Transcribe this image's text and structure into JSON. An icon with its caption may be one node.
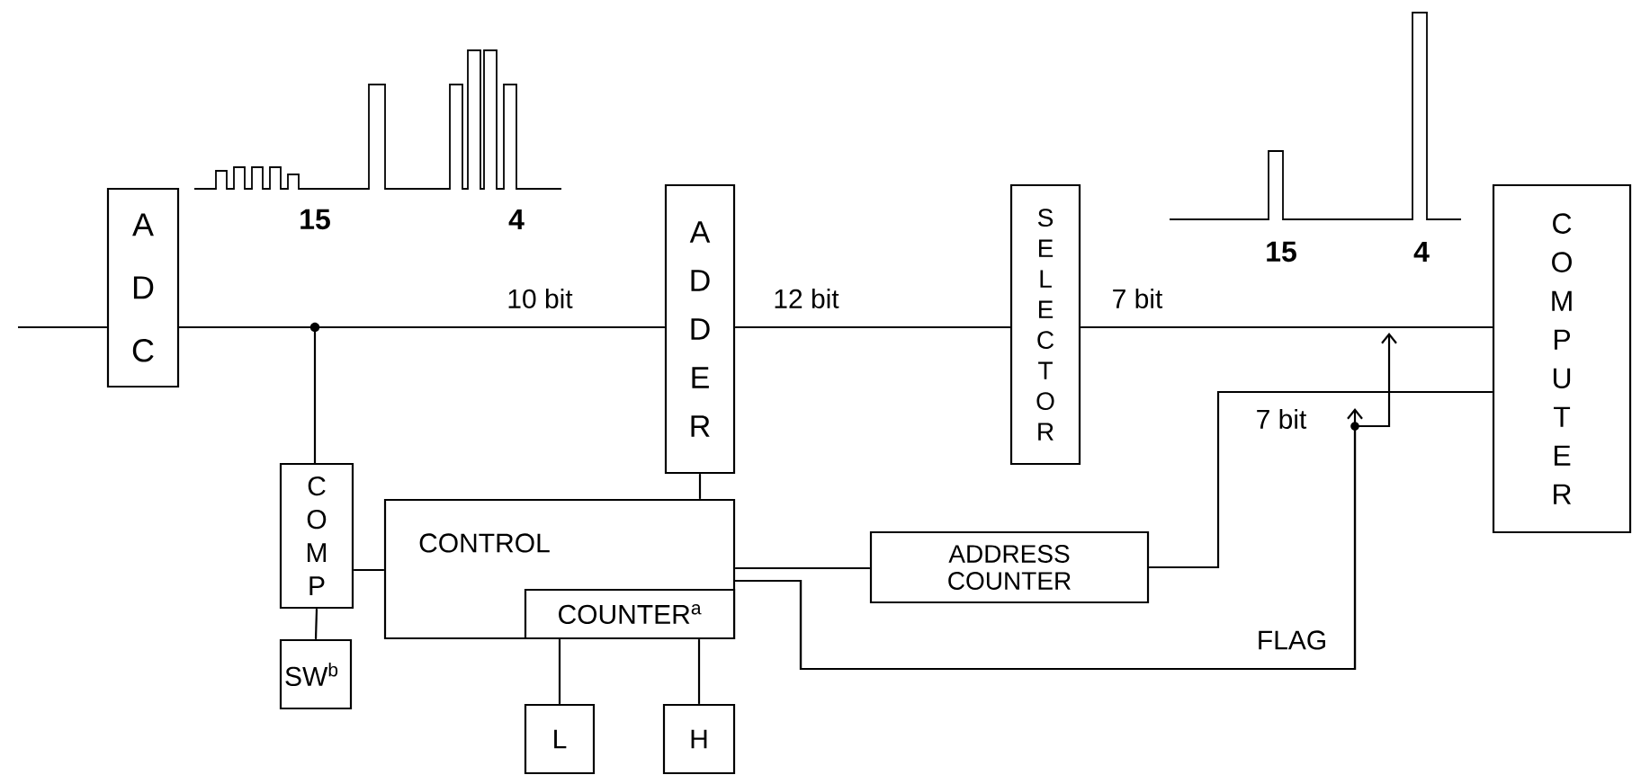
{
  "diagram": {
    "nodes": [
      {
        "text": [
          "ADC"
        ]
      },
      {
        "text": [
          "ADDER"
        ]
      },
      {
        "text": [
          "SELECTOR"
        ]
      },
      {
        "text": [
          "COMPUTER"
        ]
      },
      {
        "text": [
          "COMP"
        ]
      },
      {
        "text": [
          "CONTROL"
        ]
      },
      {
        "text": [
          "COUNTER$^{a}$"
        ],
        "in": 5
      },
      {
        "text": [
          "SW$^{b}$"
        ]
      },
      {
        "text": [
          "L"
        ]
      },
      {
        "text": [
          "H"
        ]
      },
      {
        "text": [
          "ADDRESS COUNTER"
        ]
      }
    ],
    "edges": [
      {
        "from": null,
        "to": 0,
        "arrow": "none"
      },
      {
        "from": 0,
        "to": 1,
        "arrow": "none",
        "label": "10 bit"
      },
      {
        "from": 0,
        "to": 4,
        "arrow": "none"
      },
      {
        "from": 1,
        "to": 2,
        "arrow": "none",
        "label": "12 bit"
      },
      {
        "from": 2,
        "to": 3,
        "arrow": "none",
        "label": "7 bit"
      },
      {
        "from": 1,
        "to": 5,
        "arrow": "none"
      },
      {
        "from": 4,
        "to": 5,
        "arrow": "none"
      },
      {
        "from": 4,
        "to": 7,
        "arrow": "none"
      },
      {
        "from": 6,
        "to": 8,
        "arrow": "none"
      },
      {
        "from": 6,
        "to": 9,
        "arrow": "none"
      },
      {
        "from": 5,
        "to": 10,
        "arrow": "none"
      },
      {
        "from": 10,
        "to": 3,
        "arrow": "none",
        "label": "7 bit"
      },
      {
        "from": 5,
        "to": null,
        "arrow": "to",
        "label": "FLAG"
      },
      {
        "from": 5,
        "to": null,
        "arrow": "to"
      }
    ],
    "labels": [
      "15",
      "4",
      "15",
      "4"
    ]
  }
}
